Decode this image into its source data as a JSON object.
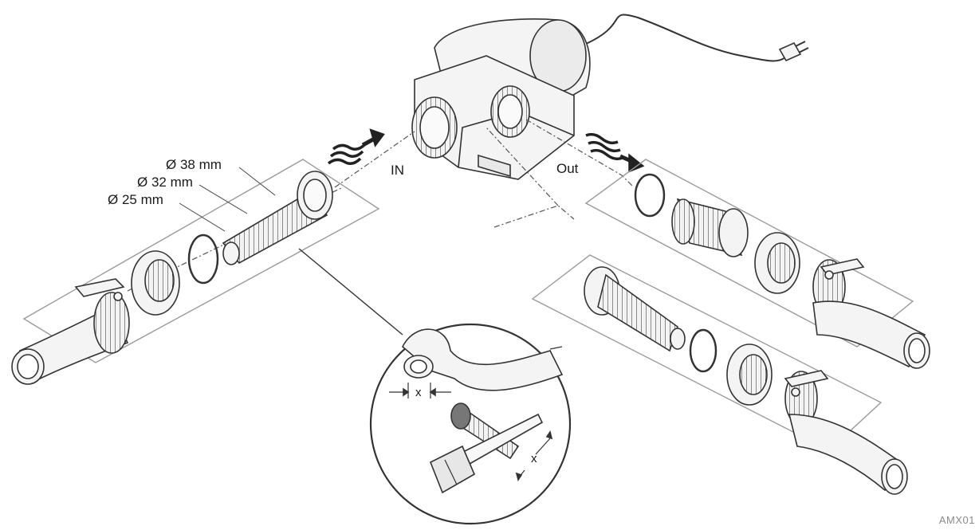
{
  "labels": {
    "dia_38": "Ø 38 mm",
    "dia_32": "Ø 32 mm",
    "dia_25": "Ø 25 mm",
    "inlet": "IN",
    "outlet": "Out",
    "cut_x_top": "x",
    "cut_x_bottom": "x",
    "figure_code": "AMX01"
  },
  "icons": {
    "flow_in": "flow-arrow-icon",
    "flow_out": "flow-arrow-icon"
  },
  "colors": {
    "line": "#333333",
    "fill": "#f2f2f2",
    "guide": "#555555",
    "tray": "#9a9a9a"
  }
}
